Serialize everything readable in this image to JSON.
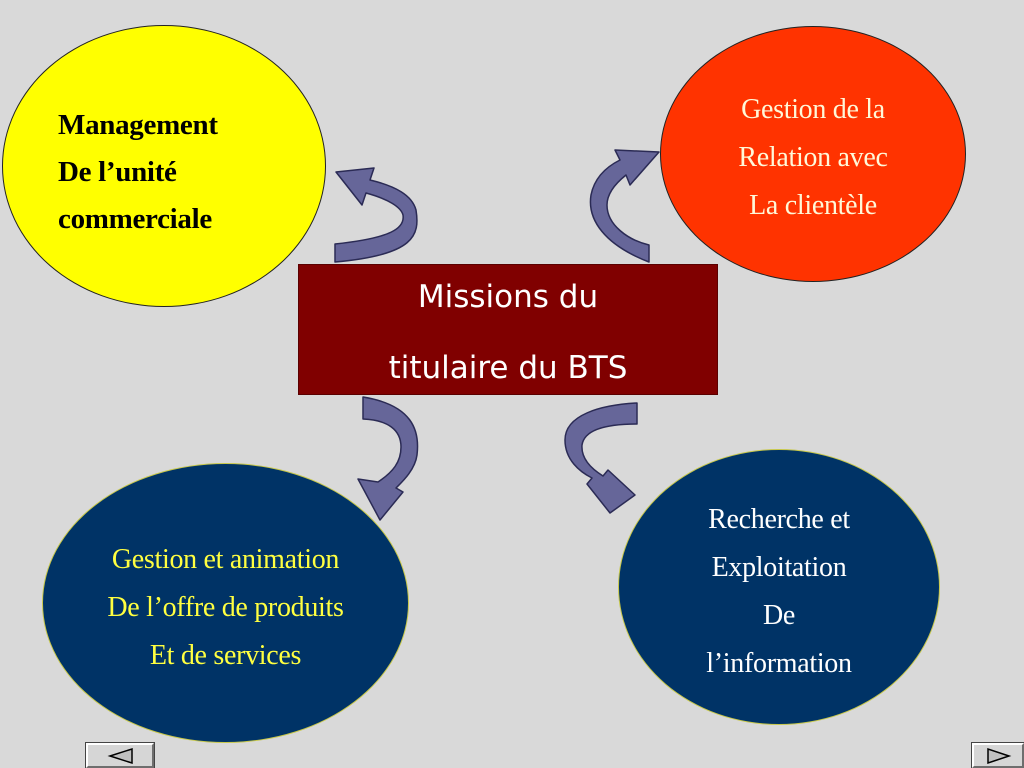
{
  "center": {
    "line1": "Missions du",
    "line2": "titulaire du BTS",
    "background": "#800000"
  },
  "nodes": {
    "management": {
      "lines": [
        "Management",
        "De l’unité",
        "commerciale"
      ],
      "fill": "#ffff00",
      "text_color": "#000000"
    },
    "relation": {
      "lines": [
        "Gestion de la",
        "Relation avec",
        "La clientèle"
      ],
      "fill": "#ff3300",
      "text_color": "#fff8d8"
    },
    "offre": {
      "lines": [
        "Gestion et animation",
        "De l’offre de produits",
        "Et de services"
      ],
      "fill": "#003366",
      "text_color": "#ffff40"
    },
    "information": {
      "lines": [
        "Recherche et",
        "Exploitation",
        "De",
        "l’information"
      ],
      "fill": "#003366",
      "text_color": "#ffffff"
    }
  },
  "colors": {
    "background": "#d9d9d9",
    "arrow_fill": "#666699",
    "arrow_stroke": "#2b2b55"
  },
  "navigation": {
    "prev_icon": "triangle-left-icon",
    "next_icon": "triangle-right-icon"
  }
}
